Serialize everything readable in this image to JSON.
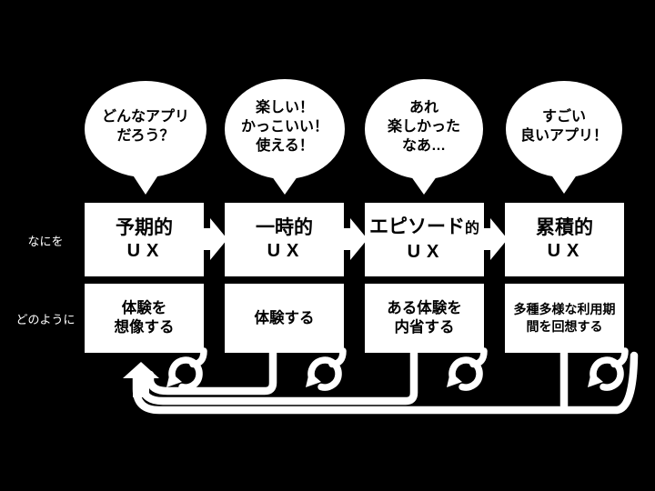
{
  "colors": {
    "background": "#000000",
    "shape_fill": "#ffffff",
    "shape_text": "#000000",
    "label_text": "#ffffff"
  },
  "row_labels": {
    "what": "なにを",
    "how": "どのように"
  },
  "bubbles": [
    {
      "text": "どんなアプリ\nだろう？"
    },
    {
      "text": "楽しい！\nかっこいい！\n使える！"
    },
    {
      "text": "あれ\n楽しかった\nなあ…"
    },
    {
      "text": "すごい\n良いアプリ！"
    }
  ],
  "phases": [
    {
      "what_main": "予期的",
      "what_suffix": "",
      "what_unit": "UX",
      "how": "体験を\n想像する"
    },
    {
      "what_main": "一時的",
      "what_suffix": "",
      "what_unit": "UX",
      "how": "体験する"
    },
    {
      "what_main": "エピソード",
      "what_suffix": "的",
      "what_unit": "UX",
      "how": "ある体験を\n内省する"
    },
    {
      "what_main": "累積的",
      "what_suffix": "",
      "what_unit": "UX",
      "how": "多種多様な利用期\n間を回想する"
    }
  ]
}
